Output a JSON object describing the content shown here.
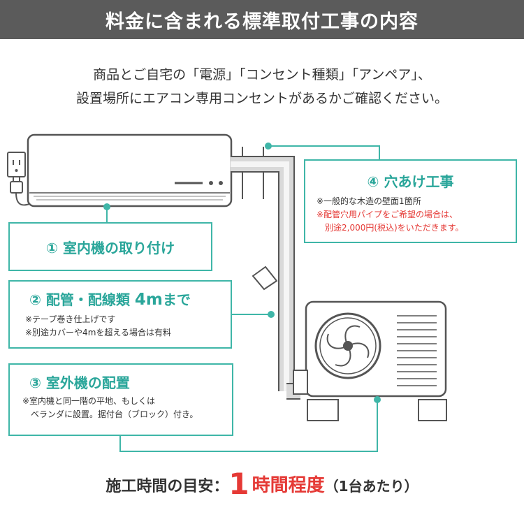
{
  "title": "料金に含まれる標準取付工事の内容",
  "intro": {
    "line1": "商品とご自宅の「電源」「コンセント種類」「アンペア」、",
    "line2": "設置場所にエアコン専用コンセントがあるかご確認ください。"
  },
  "steps": {
    "s1": {
      "title": "① 室内機の取り付け"
    },
    "s2": {
      "title_prefix": "② 配管・配線類 ",
      "title_length": "4m",
      "title_suffix": "まで",
      "notes": [
        "※テープ巻き仕上げです",
        "※別途カバーや4mを超える場合は有料"
      ]
    },
    "s3": {
      "title": "③ 室外機の配置",
      "notes": [
        "※室内機と同一階の平地、もしくは",
        "　ベランダに設置。据付台（ブロック）付き。"
      ]
    },
    "s4": {
      "title": "④ 穴あけ工事",
      "note": "※一般的な木造の壁面1箇所",
      "red_notes": [
        "※配管穴用パイプをご希望の場合は、",
        "　別途2,000円(税込)をいただきます。"
      ]
    }
  },
  "footer": {
    "label": "施工時間の目安：",
    "number": "1",
    "unit": "時間程度",
    "note": "（1台あたり）"
  },
  "colors": {
    "accent": "#3fb6a8",
    "accent_text": "#2aa69a",
    "title_bg": "#5b5b5b",
    "red": "#e53935",
    "line": "#555555"
  }
}
